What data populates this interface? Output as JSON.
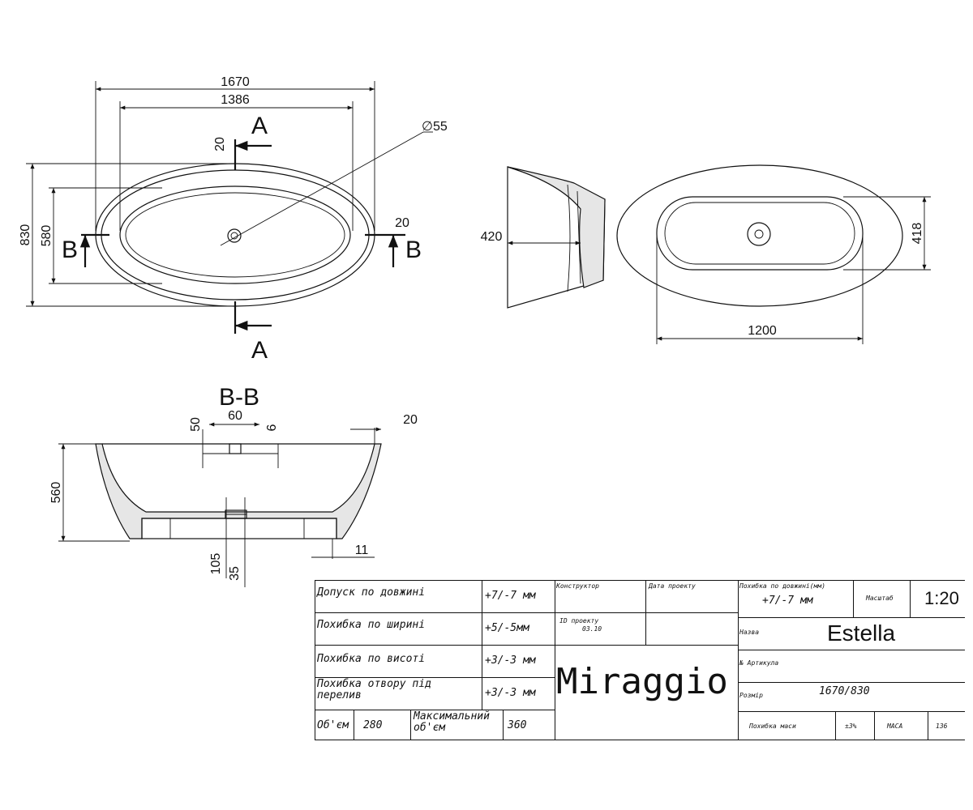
{
  "dimensions": {
    "top_view": {
      "overall_length": "1670",
      "inner_length": "1386",
      "drain_diameter": "∅55",
      "rim_top": "20",
      "rim_side": "20",
      "overall_width": "830",
      "inner_width": "580",
      "section_a": "A",
      "section_b": "B"
    },
    "side_view": {
      "height": "420"
    },
    "basin_view": {
      "inner_width": "418",
      "inner_length": "1200"
    },
    "section_bb": {
      "title": "B-B",
      "overflow_width": "60",
      "overflow_depth": "50",
      "overflow_gap": "6",
      "rim": "20",
      "height": "560",
      "base_height": "105",
      "drain_height": "35",
      "base_inset": "11"
    }
  },
  "title_block": {
    "rows": [
      {
        "label": "Допуск по довжині",
        "value": "+7/-7 мм"
      },
      {
        "label": "Похибка по ширині",
        "value": "+5/-5мм"
      },
      {
        "label": "Похибка по висоті",
        "value": "+3/-3 мм"
      },
      {
        "label": "Похибка отвору під перелив",
        "value": "+3/-3 мм"
      }
    ],
    "volume_label": "Об'єм",
    "volume_value": "280",
    "max_volume_label": "Максимальний об'єм",
    "max_volume_value": "360",
    "constructor_label": "Конструктор",
    "project_date_label": "Дата проекту",
    "project_id_label": "ID проекту",
    "project_id_value": "03.10",
    "brand": "Miraggio",
    "length_tolerance_label": "Похибка по довжині(мм)",
    "length_tolerance_value": "+7/-7 мм",
    "scale_label": "Масштаб",
    "scale_value": "1:20",
    "name_label": "Назва",
    "name_value": "Estella",
    "article_label": "№ Артикула",
    "size_label": "Розмір",
    "size_value": "1670/830",
    "mass_tol_label": "Похибка маси",
    "mass_tol_value": "±3%",
    "mass_label": "МАСА",
    "mass_value": "136"
  }
}
